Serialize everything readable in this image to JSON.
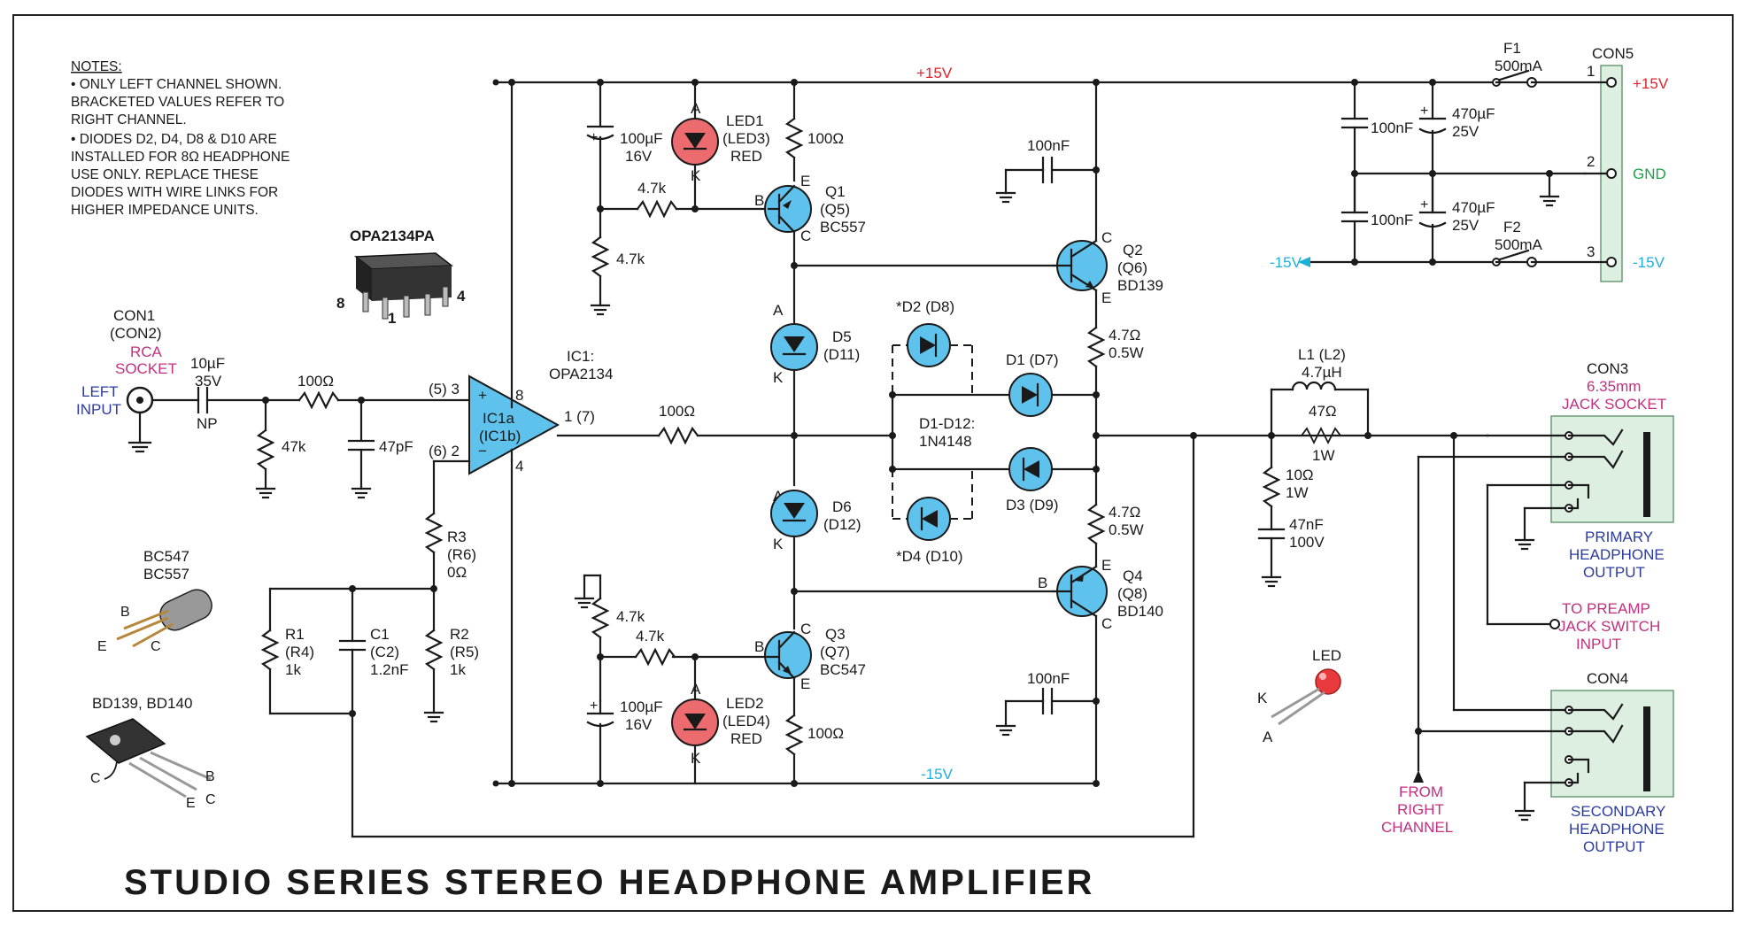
{
  "title": "STUDIO SERIES STEREO HEADPHONE AMPLIFIER",
  "notes": {
    "heading": "NOTES:",
    "lines": [
      "• ONLY LEFT CHANNEL SHOWN.",
      "BRACKETED VALUES REFER TO",
      "RIGHT CHANNEL.",
      "• DIODES D2, D4, D8 & D10 ARE",
      "INSTALLED FOR 8Ω HEADPHONE",
      "USE ONLY. REPLACE THESE",
      "DIODES WITH WIRE LINKS FOR",
      "HIGHER IMPEDANCE UNITS."
    ]
  },
  "rails": {
    "positive": "+15V",
    "negative": "-15V"
  },
  "opamp_package": {
    "name": "OPA2134PA",
    "pin8": "8",
    "pin4": "4",
    "pin1": "1"
  },
  "input": {
    "con": "CON1",
    "con_r": "(CON2)",
    "socket1": "RCA",
    "socket2": "SOCKET",
    "label1": "LEFT",
    "label2": "INPUT",
    "cap1": "10µF",
    "cap2": "35V",
    "cap3": "NP",
    "r_series": "100Ω",
    "r_shunt": "47k",
    "c_shunt": "47pF"
  },
  "ic1": {
    "name1": "IC1:",
    "name2": "OPA2134",
    "unit1": "IC1a",
    "unit2": "(IC1b)",
    "pin_plus": "(5) 3",
    "pin_minus": "(6) 2",
    "pin_out": "1 (7)",
    "pin8": "8",
    "pin4": "4",
    "plus": "+",
    "minus": "−"
  },
  "feedback": {
    "r3": [
      "R3",
      "(R6)",
      "0Ω"
    ],
    "r1": [
      "R1",
      "(R4)",
      "1k"
    ],
    "c1": [
      "C1",
      "(C2)",
      "1.2nF"
    ],
    "r2": [
      "R2",
      "(R5)",
      "1k"
    ]
  },
  "transistor_labels": {
    "bc": [
      "BC547",
      "BC557"
    ],
    "bc_pins": [
      "B",
      "E",
      "C"
    ],
    "bd": "BD139, BD140",
    "bd_pins": [
      "C",
      "B",
      "E",
      "C"
    ]
  },
  "upper": {
    "cap": [
      "100µF",
      "16V"
    ],
    "cap_plus": "+",
    "led": [
      "LED1",
      "(LED3)",
      "RED"
    ],
    "led_a": "A",
    "led_k": "K",
    "r_emitter": "100Ω",
    "r_base": "4.7k",
    "r_div": "4.7k",
    "q": [
      "Q1",
      "(Q5)",
      "BC557"
    ],
    "q_pins": [
      "B",
      "E",
      "C"
    ],
    "d": [
      "D5",
      "(D11)"
    ],
    "d_a": "A",
    "d_k": "K"
  },
  "lower": {
    "cap": [
      "100µF",
      "16V"
    ],
    "cap_plus": "+",
    "led": [
      "LED2",
      "(LED4)",
      "RED"
    ],
    "led_a": "A",
    "led_k": "K",
    "r_emitter": "100Ω",
    "r_base": "4.7k",
    "r_div": "4.7k",
    "q": [
      "Q3",
      "(Q7)",
      "BC547"
    ],
    "q_pins": [
      "B",
      "C",
      "E"
    ],
    "d": [
      "D6",
      "(D12)"
    ],
    "d_a": "A",
    "d_k": "K"
  },
  "output_stage": {
    "r_in": "100Ω",
    "q2": [
      "Q2",
      "(Q6)",
      "BD139"
    ],
    "q2_pins": [
      "C",
      "E"
    ],
    "q4": [
      "Q4",
      "(Q8)",
      "BD140"
    ],
    "q4_pins": [
      "B",
      "E",
      "C"
    ],
    "q2_b": "",
    "c_top": "100nF",
    "c_bot": "100nF",
    "re_top": [
      "4.7Ω",
      "0.5W"
    ],
    "re_bot": [
      "4.7Ω",
      "0.5W"
    ],
    "d2": "*D2 (D8)",
    "d1": "D1 (D7)",
    "d3": "D3 (D9)",
    "d4": "*D4 (D10)",
    "d_group": [
      "D1-D12:",
      "1N4148"
    ]
  },
  "output_network": {
    "l": [
      "L1 (L2)",
      "4.7µH"
    ],
    "r": [
      "47Ω",
      "1W"
    ],
    "zobel_r": [
      "10Ω",
      "1W"
    ],
    "zobel_c": [
      "47nF",
      "100V"
    ]
  },
  "supply": {
    "f1": [
      "F1",
      "500mA"
    ],
    "f2": [
      "F2",
      "500mA"
    ],
    "c1": "100nF",
    "c2": "100nF",
    "e1": [
      "470µF",
      "25V"
    ],
    "e2": [
      "470µF",
      "25V"
    ],
    "con": "CON5",
    "pins": [
      "1",
      "2",
      "3"
    ],
    "labels": [
      "+15V",
      "GND",
      "-15V"
    ],
    "rail_out": "-15V"
  },
  "jacks": {
    "con3": [
      "CON3",
      "6.35mm",
      "JACK SOCKET"
    ],
    "primary": [
      "PRIMARY",
      "HEADPHONE",
      "OUTPUT"
    ],
    "preamp": [
      "TO PREAMP",
      "JACK SWITCH",
      "INPUT"
    ],
    "con4": "CON4",
    "secondary": [
      "SECONDARY",
      "HEADPHONE",
      "OUTPUT"
    ],
    "from_right": [
      "FROM",
      "RIGHT",
      "CHANNEL"
    ]
  },
  "led_package": {
    "name": "LED",
    "k": "K",
    "a": "A"
  }
}
